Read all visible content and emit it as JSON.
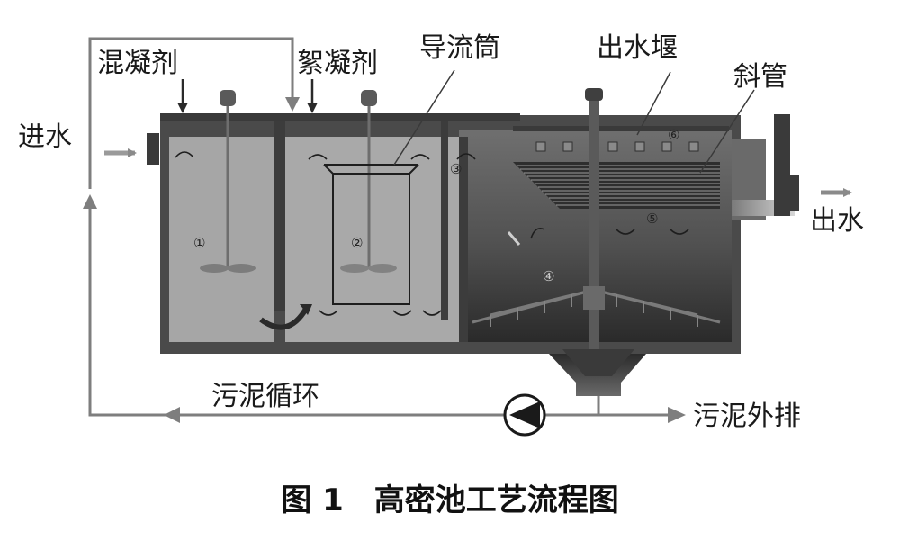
{
  "diagram": {
    "labels": {
      "coagulant": "混凝剂",
      "flocculant": "絮凝剂",
      "draft_tube": "导流筒",
      "outlet_weir": "出水堰",
      "inclined_tubes": "斜管",
      "inlet": "进水",
      "outlet": "出水",
      "sludge_recycle": "污泥循环",
      "sludge_discharge": "污泥外排"
    },
    "zone_numbers": [
      "①",
      "②",
      "③",
      "④",
      "⑤",
      "⑥"
    ]
  },
  "caption": "图 1　高密池工艺流程图"
}
